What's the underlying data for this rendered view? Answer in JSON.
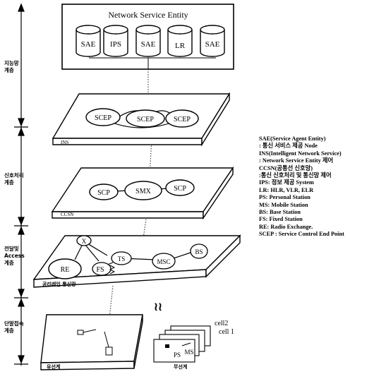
{
  "levels": [
    {
      "id": "intelligent",
      "label": "지능망\n계층"
    },
    {
      "id": "signaling",
      "label": "신호처리\n계층"
    },
    {
      "id": "access",
      "label": "전달및\nAccess\n계층"
    },
    {
      "id": "terminal",
      "label": "단말접속\n계층"
    }
  ],
  "network_service_entity": {
    "title": "Network Service Entity",
    "nodes": [
      "SAE",
      "IPS",
      "SAE",
      "LR",
      "SAE"
    ]
  },
  "ins_plane": {
    "label": "INS",
    "nodes": [
      "SCEP",
      "SCEP",
      "SCEP"
    ]
  },
  "ccsn_plane": {
    "label": "CCSN",
    "nodes": [
      "SCP",
      "SMX",
      "SCP"
    ]
  },
  "access_plane": {
    "label": "공리레인 통신망",
    "nodes": {
      "x": "X",
      "re": "RE",
      "fs": "FS",
      "ts": "TS",
      "msc": "MSC",
      "bs": "BS"
    }
  },
  "squiggle": "≀≀",
  "terminal": {
    "wired_label": "유선계",
    "wireless_label": "무선계",
    "cell2": "cell2",
    "cell1": "cell 1",
    "ps": "PS",
    "ms": "MS"
  },
  "legend": [
    "SAE(Service Agent Entity)",
    ": 통신 서비스 제공 Node",
    "INS(Intelligent Network Service)",
    ": Network Service Entity 제어",
    "CCSN(공통선 신호망)",
    ":통신 신호처리 및 통신망 제어",
    "IPS: 정보 제공 System",
    "LR: HLR, VLR, ELR",
    "PS: Personal Station",
    "MS: Mobile Station",
    "BS: Base Station",
    "FS: Fixed Station",
    "RE: Radio Exchange.",
    "SCEP : Service Control End Point"
  ]
}
